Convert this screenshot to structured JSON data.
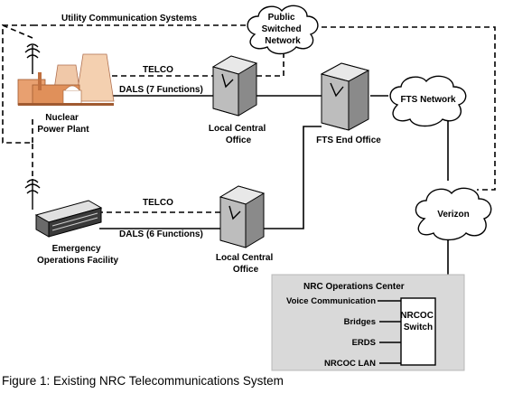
{
  "diagram": {
    "utility_systems_label": "Utility Communication Systems",
    "pstn_label_lines": [
      "Public",
      "Switched",
      "Network"
    ],
    "telco_top": "TELCO",
    "dals_top": "DALS (7 Functions)",
    "telco_bottom": "TELCO",
    "dals_bottom": "DALS (6 Functions)",
    "nuclear_label_lines": [
      "Nuclear",
      "Power Plant"
    ],
    "local_co_top_lines": [
      "Local Central",
      "Office"
    ],
    "fts_end_office_label": "FTS End Office",
    "fts_network_label": "FTS Network",
    "verizon_label": "Verizon",
    "eof_label_lines": [
      "Emergency",
      "Operations Facility"
    ],
    "local_co_bottom_lines": [
      "Local Central",
      "Office"
    ],
    "nrc_center_title": "NRC Operations Center",
    "nrc_items": [
      "Voice Communication",
      "Bridges",
      "ERDS",
      "NRCOC LAN"
    ],
    "switch_label_lines": [
      "NRCOC",
      "Switch"
    ]
  },
  "caption": {
    "figure_label": "Figure 1",
    "text": ":  Existing NRC Telecommunications System"
  },
  "colors": {
    "line": "#000000",
    "nrc_box_fill": "#d9d9d9",
    "cloud_fill": "#ffffff",
    "building_light": "#d0d0d0",
    "building_dark": "#8a8a8a",
    "plant_orange": "#e8a070"
  }
}
